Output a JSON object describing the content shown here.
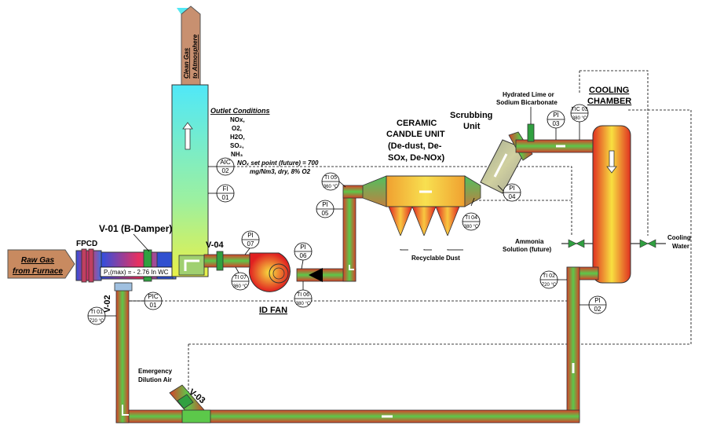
{
  "labels": {
    "raw_gas_line1": "Raw Gas",
    "raw_gas_line2": "from Furnace",
    "fpcd": "FPCD",
    "v01": "V-01 (B-Damper)",
    "v02": "V-02",
    "v03": "V-03",
    "v04": "V-04",
    "pressure_note": "P₁(max) = - 2.76 In WC",
    "id_fan": "ID FAN",
    "clean_gas_line1": "Clean Gas",
    "clean_gas_line2": "to Atmosphere",
    "outlet_title": "Outlet  Conditions",
    "outlet_nox": "NOx,",
    "outlet_o2": "O2,",
    "outlet_h2o": "H2O,",
    "outlet_so2": "SO₂,",
    "outlet_nh3": "NH₃",
    "nox_setpoint_line1": "NOₓ set point (future) = 700",
    "nox_setpoint_line2": "mg/Nm3, dry, 8% O2",
    "ceramic_line1": "CERAMIC",
    "ceramic_line2": "CANDLE UNIT",
    "ceramic_line3": "(De-dust, De-",
    "ceramic_line4": "SOx, De-NOx)",
    "scrubbing_line1": "Scrubbing",
    "scrubbing_line2": "Unit",
    "lime_line1": "Hydrated Lime or",
    "lime_line2": "Sodium Bicarbonate",
    "cooling_line1": "COOLING",
    "cooling_line2": "CHAMBER",
    "ammonia_line1": "Ammonia",
    "ammonia_line2": "Solution (future)",
    "cooling_water_line1": "Cooling",
    "cooling_water_line2": "Water",
    "recyclable_dust": "Recyclable Dust",
    "emergency_line1": "Emergency",
    "emergency_line2": "Dilution Air"
  },
  "instruments": {
    "aic02": {
      "tag": "AIC",
      "num": "02"
    },
    "fi01": {
      "tag": "FI",
      "num": "01"
    },
    "pi07": {
      "tag": "PI",
      "num": "07"
    },
    "ti07": {
      "tag": "TI 07",
      "num": "360 °C"
    },
    "pi06": {
      "tag": "PI",
      "num": "06"
    },
    "ti06": {
      "tag": "TI 06",
      "num": "380 °C"
    },
    "pi05": {
      "tag": "PI",
      "num": "05"
    },
    "ti05": {
      "tag": "TI 05",
      "num": "360 °C"
    },
    "ti04": {
      "tag": "TI 04",
      "num": "380 °C"
    },
    "pi04": {
      "tag": "PI",
      "num": "04"
    },
    "pi03": {
      "tag": "PI",
      "num": "03"
    },
    "tic03": {
      "tag": "TIC 03",
      "num": "380 °C"
    },
    "ti02": {
      "tag": "TI 02",
      "num": "720 °C"
    },
    "pi02": {
      "tag": "PI",
      "num": "02"
    },
    "ti01": {
      "tag": "TI 01",
      "num": "720 °C"
    },
    "pic01": {
      "tag": "PIC",
      "num": "01"
    }
  },
  "colors": {
    "pipe_green": "#5cc84a",
    "pipe_red": "#d8402a",
    "stack_cyan": "#55e8f0",
    "stack_yellow": "#e8f050",
    "raw_gas_box": "#c08a60",
    "clean_gas_box": "#c89070",
    "candle_yellow": "#f0d040",
    "hopper_red": "#e84020"
  }
}
